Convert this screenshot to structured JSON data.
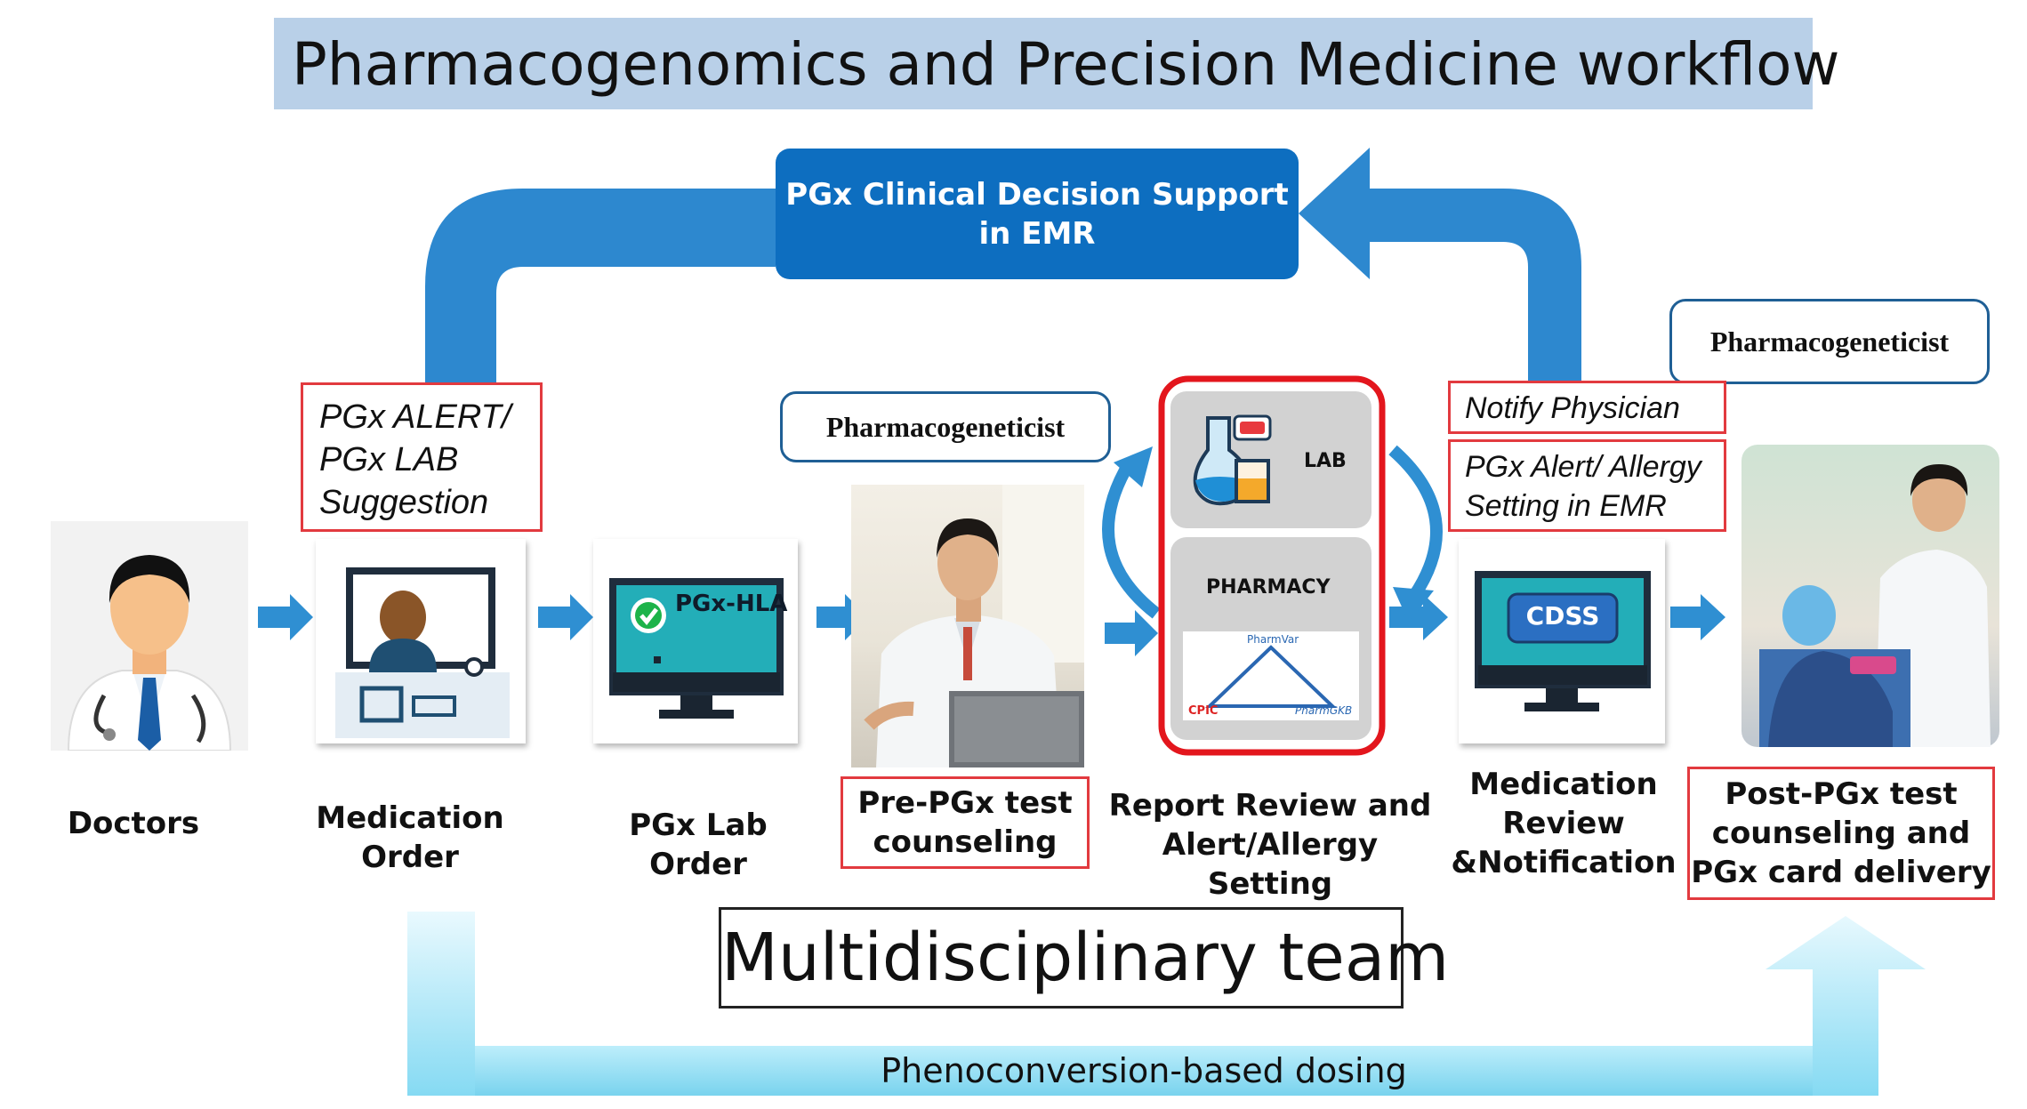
{
  "title": "Pharmacogenomics and Precision Medicine workflow",
  "cds_box": {
    "line1": "PGx Clinical Decision Support",
    "line2": "in EMR"
  },
  "callouts": {
    "pgx_alert": {
      "line1": "PGx ALERT/",
      "line2": "PGx LAB",
      "line3": "Suggestion"
    },
    "notify": "Notify Physician",
    "alert_setting": {
      "line1": "PGx Alert/ Allergy",
      "line2": "Setting in EMR"
    }
  },
  "pharmacogeneticist_labels": {
    "a": "Pharmacogeneticist",
    "b": "Pharmacogeneticist"
  },
  "monitor": {
    "pgx_hla": "PGx-HLA",
    "cdss": "CDSS"
  },
  "panels": {
    "lab": "LAB",
    "pharmacy": "PHARMACY"
  },
  "logos": {
    "pharmvar": "PharmVar",
    "cpic": "CPIC",
    "pharmgkb": "PharmGKB"
  },
  "stages": {
    "doctors": "Doctors",
    "medication_order": "Medication Order",
    "pgx_lab_order": "PGx Lab Order",
    "pre_pgx": {
      "line1": "Pre-PGx test",
      "line2": "counseling"
    },
    "report_review": {
      "line1": "Report Review and",
      "line2": "Alert/Allergy Setting"
    },
    "med_review": {
      "line1": "Medication",
      "line2": "Review",
      "line3": "&Notification"
    },
    "post_pgx": {
      "line1": "Post-PGx test",
      "line2": "counseling and",
      "line3": "PGx card delivery"
    }
  },
  "team_label": "Multidisciplinary team",
  "bottom_flow": "Phenoconversion-based dosing",
  "colors": {
    "primary_blue": "#0d6ec0",
    "arrow_blue": "#2f8fd2",
    "red_outline": "#e23a3f",
    "light_cyan": "#aee7f7"
  }
}
